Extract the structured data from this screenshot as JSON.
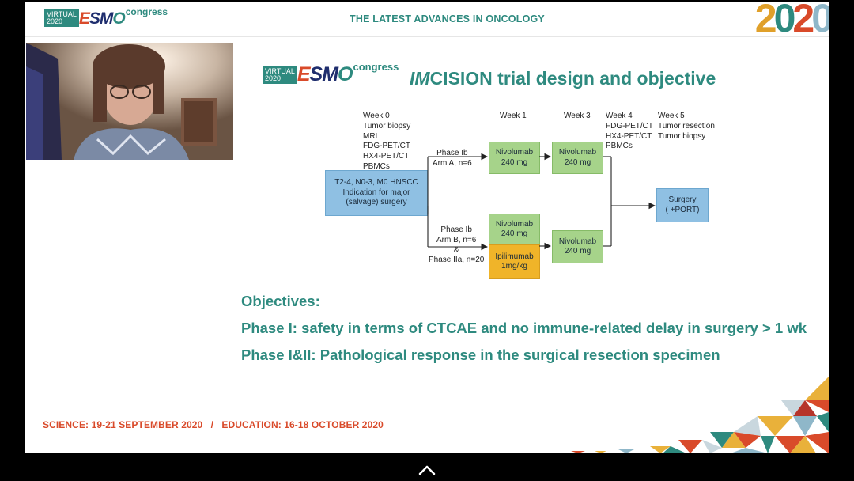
{
  "header": {
    "logo": {
      "virtual": "VIRTUAL",
      "year": "2020",
      "brand": "ESMO",
      "congress": "congress"
    },
    "title": "THE LATEST ADVANCES IN ONCOLOGY",
    "year_logo": "2020"
  },
  "slide": {
    "logo": {
      "virtual": "VIRTUAL",
      "year": "2020",
      "brand": "ESMO",
      "congress": "congress"
    },
    "title_italic": "IM",
    "title_rest": "CISION trial design and objective",
    "diagram": {
      "week0": "Week 0\nTumor biopsy\nMRI\nFDG-PET/CT\nHX4-PET/CT\nPBMCs",
      "week1": "Week 1",
      "week3": "Week 3",
      "week4": "Week 4\nFDG-PET/CT\nHX4-PET/CT\nPBMCs",
      "week5": "Week 5\nTumor resection\nTumor biopsy",
      "indication": "T2-4, N0-3, M0 HNSCC\nIndication for major\n(salvage) surgery",
      "arm_a": "Phase Ib\nArm A, n=6",
      "arm_b": "Phase Ib\nArm B, n=6\n&\nPhase IIa, n=20",
      "a_w1": "Nivolumab\n240 mg",
      "a_w3": "Nivolumab\n240 mg",
      "b_w1_niv": "Nivolumab\n240 mg",
      "b_w1_ipi": "Ipilimumab\n1mg/kg",
      "b_w3": "Nivolumab\n240 mg",
      "surgery": "Surgery\n( +PORT)"
    },
    "objectives": {
      "heading": "Objectives:",
      "phase1": "Phase I: safety in terms of CTCAE and no immune-related delay in surgery > 1 wk",
      "phase12": "Phase I&II:  Pathological response in the surgical resection specimen"
    }
  },
  "footer": {
    "science": "SCIENCE: 19-21 SEPTEMBER 2020",
    "sep": "/",
    "education": "EDUCATION: 16-18 OCTOBER 2020"
  },
  "colors": {
    "teal": "#2e8a7f",
    "orange": "#d94a2a",
    "navy": "#1f2e6e",
    "box_blue": "#8fc0e3",
    "box_green": "#a6d38a",
    "box_yellow": "#f0b429"
  },
  "icons": {
    "expand": "chevron-up-icon"
  }
}
